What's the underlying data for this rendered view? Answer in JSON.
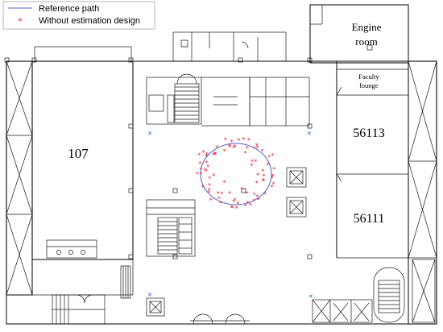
{
  "legend": {
    "reference_label": "Reference path",
    "estimate_label": "Without estimation design",
    "reference_color": "#4a5fd0",
    "estimate_color": "#e8203a"
  },
  "rooms": {
    "room_107": "107",
    "engine_room_line1": "Engine",
    "engine_room_line2": "room",
    "faculty_line1": "Faculty",
    "faculty_line2": "lounge",
    "room_56113": "56113",
    "room_56111": "56111"
  },
  "icons": {
    "anchor": "anchor-cross-icon",
    "estimate": "asterisk-icon"
  }
}
